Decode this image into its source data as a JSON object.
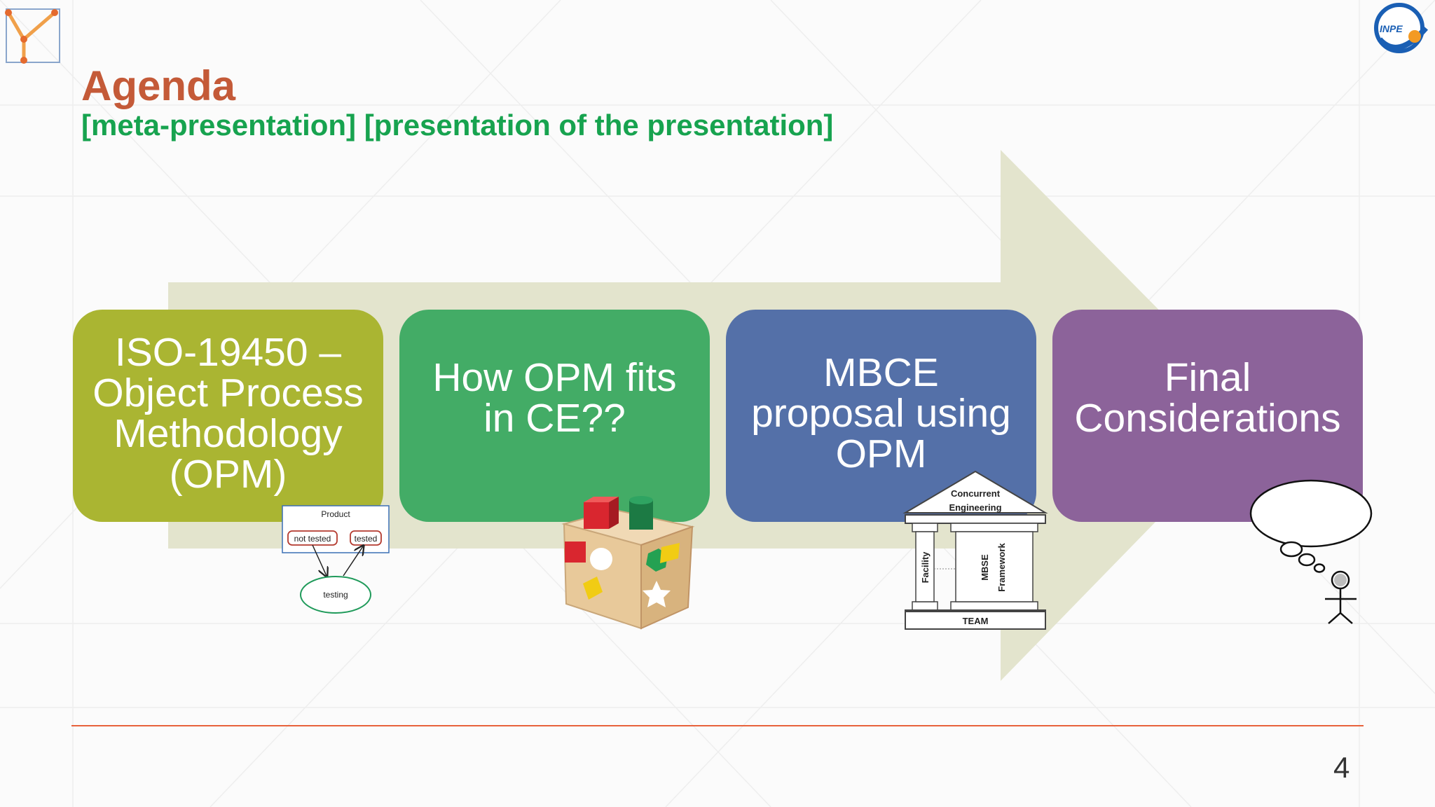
{
  "slide": {
    "title": "Agenda",
    "subtitle": "[meta-presentation] [presentation of the presentation]",
    "page_number": "4",
    "logo_right_text": "INPE"
  },
  "steps": [
    {
      "label": "ISO-19450 –\nObject Process\nMethodology\n(OPM)",
      "color": "#aab532"
    },
    {
      "label": "How OPM fits\nin CE??",
      "color": "#43ac66"
    },
    {
      "label": "MBCE\nproposal using\nOPM",
      "color": "#5470a8"
    },
    {
      "label": "Final\nConsiderations",
      "color": "#8c639a"
    }
  ],
  "opm_diagram": {
    "object_label": "Product",
    "state_1": "not tested",
    "state_2": "tested",
    "process_label": "testing"
  },
  "ce_temple": {
    "roof_line_1": "Concurrent",
    "roof_line_2": "Engineering",
    "pillar_left": "Facility",
    "pillar_mbse": "MBSE",
    "pillar_framework": "Framework",
    "base": "TEAM"
  },
  "colors": {
    "title": "#c45a38",
    "subtitle": "#17a34f",
    "arrow": "#e3e4cd",
    "footer_line": "#e8623b"
  }
}
